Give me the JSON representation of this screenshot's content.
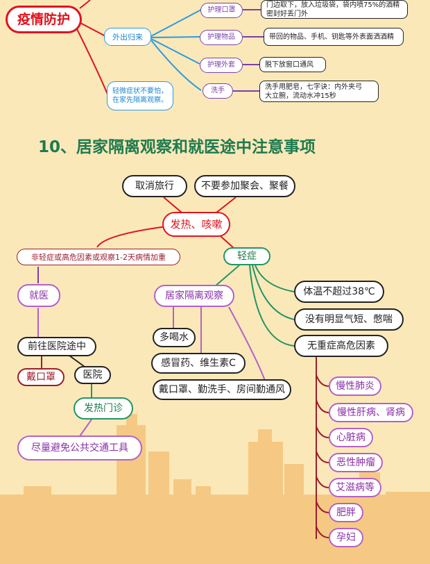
{
  "section1": {
    "root": "疫情防护",
    "branches": {
      "outgoing": "外出归来",
      "mild": "轻微症状不要怕，\n在家先隔离观察。"
    },
    "items": [
      {
        "label": "护理口罩",
        "note": "门边取下，放入垃圾袋，袋内喷75%的酒精\n密封好丢门外"
      },
      {
        "label": "护理物品",
        "note": "带回的物品、手机、钥匙等外表面洒酒精"
      },
      {
        "label": "护理外套",
        "note": "脱下放窗口通风"
      },
      {
        "label": "洗手",
        "note": "洗手用肥皂，七字诀：内外夹弓\n大立腕，流动水冲15秒"
      }
    ]
  },
  "section2": {
    "title": "10、居家隔离观察和就医途中注意事项",
    "top_notes": [
      "取消旅行",
      "不要参加聚会、聚餐"
    ],
    "center": "发热、咳嗽",
    "severe_condition": "非轻症或高危因素或观察1-2天病情加重",
    "mild_label": "轻症",
    "seek_care": "就医",
    "en_route": "前往医院途中",
    "wear_mask": "戴口罩",
    "hospital": "医院",
    "fever_clinic": "发热门诊",
    "avoid_transit": "尽量避免公共交通工具",
    "home_obs": "居家隔离观察",
    "home_items": [
      "多喝水",
      "感冒药、维生素C",
      "戴口罩、勤洗手、房间勤通风"
    ],
    "mild_criteria": [
      "体温不超过38℃",
      "没有明显气短、憋喘",
      "无重症高危因素"
    ],
    "risk_factors": [
      "慢性肺炎",
      "慢性肝病、肾病",
      "心脏病",
      "恶性肿瘤",
      "艾滋病等",
      "肥胖",
      "孕妇"
    ]
  },
  "colors": {
    "background": "#fbe8b8",
    "skyline": "#f5c983",
    "red": "#e0131e",
    "blue": "#2a9be0",
    "purple": "#7b3fa8",
    "violet": "#b360c9",
    "green": "#239566",
    "maroon": "#9c1d2c",
    "title_green": "#1e7a4f"
  }
}
